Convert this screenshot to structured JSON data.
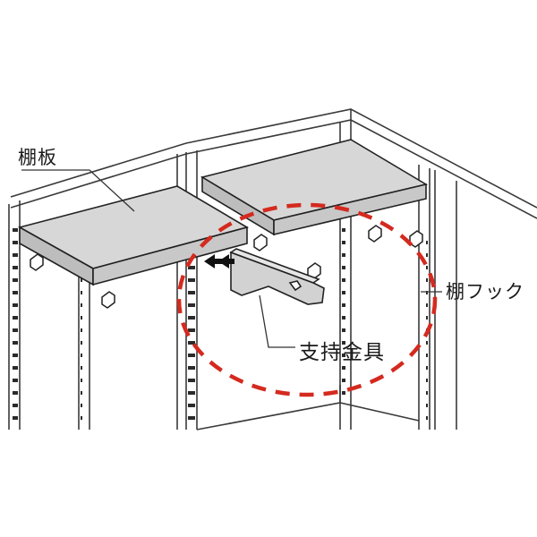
{
  "labels": {
    "shelf_board": "棚板",
    "shelf_hook": "棚フック",
    "support_bracket": "支持金具"
  },
  "colors": {
    "highlight_circle": "#d42a1f",
    "shelf_top": "#d7d7d7",
    "shelf_edge": "#bdbdbd",
    "bracket": "#d2d2d2",
    "line": "#2a2a2a"
  },
  "icons": {
    "insert_arrow": "double-arrow-left"
  }
}
